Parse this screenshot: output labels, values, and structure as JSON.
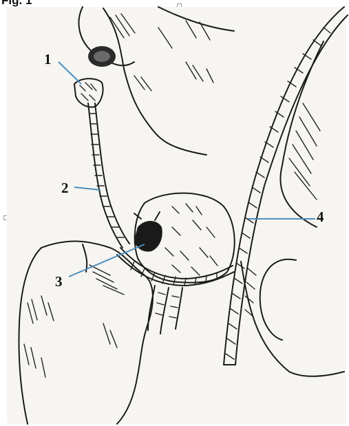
{
  "figure": {
    "caption": "Fig. 1"
  },
  "labels": [
    {
      "id": "1",
      "text": "1"
    },
    {
      "id": "2",
      "text": "2"
    },
    {
      "id": "3",
      "text": "3"
    },
    {
      "id": "4",
      "text": "4"
    }
  ],
  "colors": {
    "paper": "#f6f5f1",
    "ink": "#1a1a1a",
    "leader": "#4a8fc0"
  }
}
